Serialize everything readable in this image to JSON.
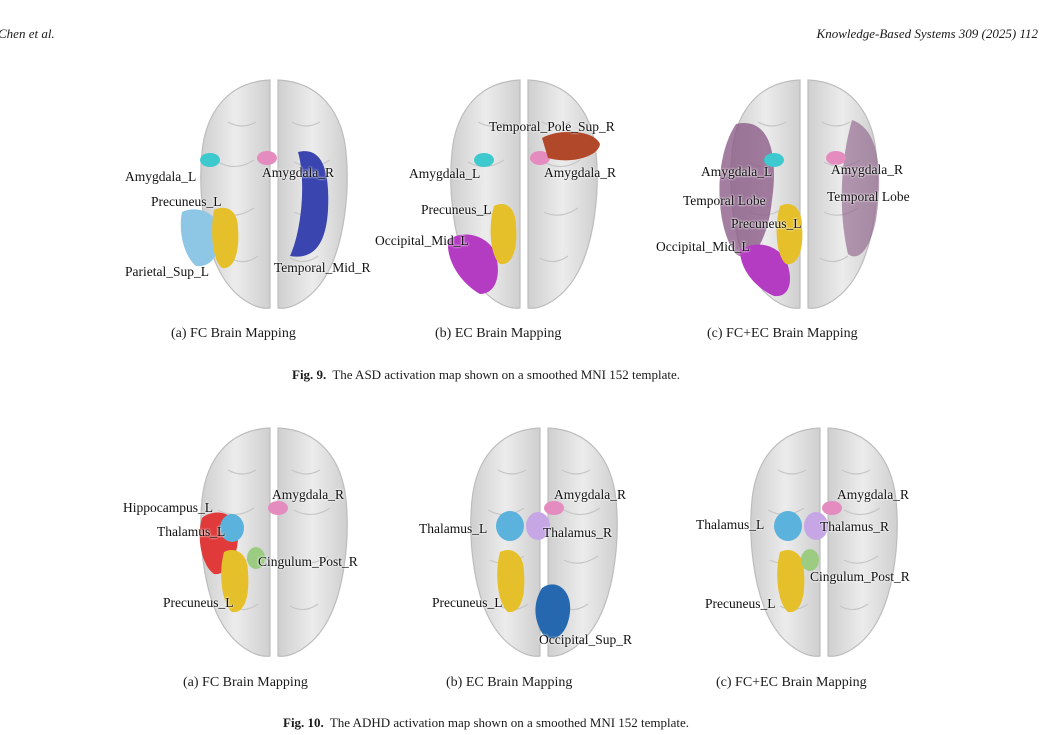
{
  "header": {
    "left": "Chen et al.",
    "right": "Knowledge-Based Systems 309 (2025) 112"
  },
  "fig9": {
    "number": "Fig. 9.",
    "caption": "The ASD activation map shown on a smoothed MNI 152 template.",
    "panels": [
      {
        "caption": "(a) FC Brain Mapping",
        "labels": [
          "Amygdala_L",
          "Amygdala_R",
          "Precuneus_L",
          "Parietal_Sup_L",
          "Temporal_Mid_R"
        ]
      },
      {
        "caption": "(b) EC Brain Mapping",
        "labels": [
          "Temporal_Pole_Sup_R",
          "Amygdala_L",
          "Amygdala_R",
          "Precuneus_L",
          "Occipital_Mid_L"
        ]
      },
      {
        "caption": "(c) FC+EC Brain Mapping",
        "labels": [
          "Amygdala_L",
          "Amygdala_R",
          "Temporal Lobe",
          "Temporal Lobe",
          "Precuneus_L",
          "Occipital_Mid_L"
        ]
      }
    ]
  },
  "fig10": {
    "number": "Fig. 10.",
    "caption": "The ADHD activation map shown on a smoothed MNI 152 template.",
    "panels": [
      {
        "caption": "(a) FC Brain Mapping",
        "labels": [
          "Hippocampus_L",
          "Amygdala_R",
          "Thalamus_L",
          "Cingulum_Post_R",
          "Precuneus_L"
        ]
      },
      {
        "caption": "(b) EC Brain Mapping",
        "labels": [
          "Amygdala_R",
          "Thalamus_L",
          "Thalamus_R",
          "Precuneus_L",
          "Occipital_Sup_R"
        ]
      },
      {
        "caption": "(c) FC+EC Brain Mapping",
        "labels": [
          "Amygdala_R",
          "Thalamus_L",
          "Thalamus_R",
          "Cingulum_Post_R",
          "Precuneus_L"
        ]
      }
    ]
  },
  "colors": {
    "brain": "#dcdcdc",
    "amygdala_l": "#3ec9cf",
    "amygdala_r": "#e48cc0",
    "precuneus": "#e6c02a",
    "parietal": "#8ec6e6",
    "temporal_mid": "#3a45b0",
    "temporal_pole": "#b2482a",
    "occipital_mid": "#b43cc2",
    "temporal_lobe": "#8a5a86",
    "hippocampus": "#e03a3a",
    "thalamus": "#5ab2dd",
    "thalamus_r": "#c7a6e6",
    "cingulum": "#9ccc82",
    "occipital_sup": "#2568b0"
  }
}
